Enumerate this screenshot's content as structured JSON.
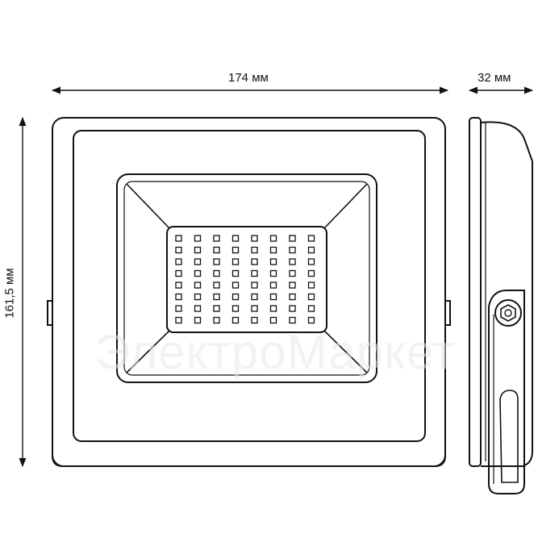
{
  "dimensions": {
    "width_label": "174 мм",
    "depth_label": "32 мм",
    "height_label": "161,5 мм"
  },
  "watermark": {
    "text": "ЭлектроМаркет"
  },
  "led_grid": {
    "rows": 8,
    "cols": 8
  },
  "colors": {
    "stroke": "#111111",
    "background": "#ffffff",
    "watermark": "#e6e6e6"
  }
}
